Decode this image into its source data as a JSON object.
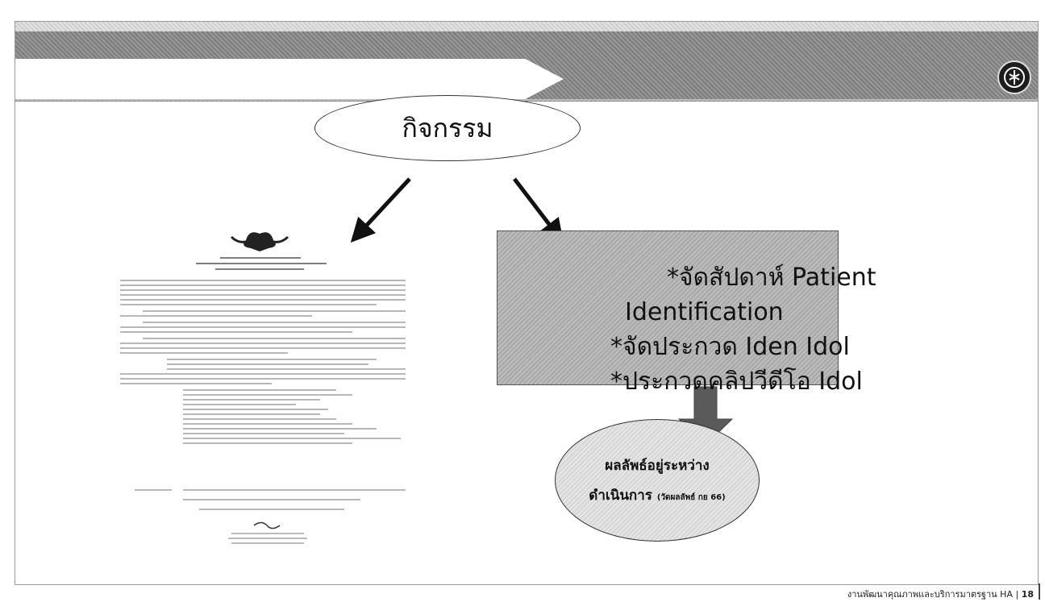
{
  "activity": {
    "title": "กิจกรรม"
  },
  "box": {
    "lines": [
      "*จัดสัปดาห์ Patient",
      "Identification",
      "*จัดประกวด Iden Idol",
      "*ประกวดคลิปวีดีโอ Idol"
    ]
  },
  "result": {
    "line1": "ผลลัพธ์อยู่ระหว่าง",
    "line2": "ดำเนินการ",
    "note": "(วัดผลลัพธ์ กย 66)"
  },
  "footer": {
    "text": "งานพัฒนาคุณภาพและบริการมาตรฐาน HA |",
    "page": "18"
  },
  "icons": {
    "logo": "ministry-emblem-icon",
    "document_crest": "garuda-emblem-icon",
    "arrows": [
      "arrow-down-left-icon",
      "arrow-down-right-icon",
      "arrow-down-icon"
    ]
  },
  "colors": {
    "box_fill": "#b3b3b3",
    "band": "#8a8a8a"
  }
}
